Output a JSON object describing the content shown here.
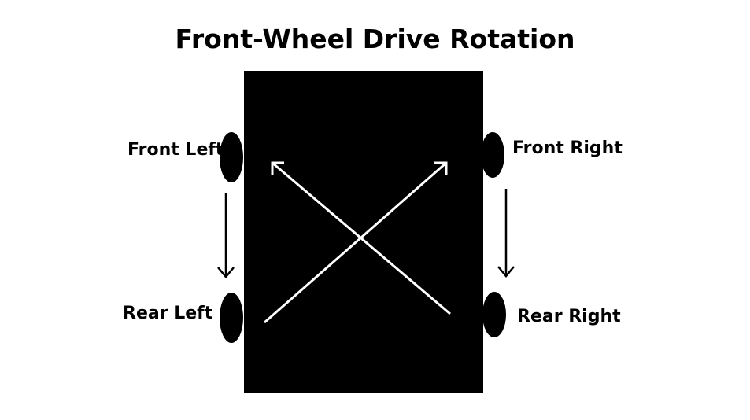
{
  "title": "Front-Wheel Drive Rotation",
  "wheels": {
    "front_left": "Front Left",
    "front_right": "Front Right",
    "rear_left": "Rear Left",
    "rear_right": "Rear Right"
  },
  "colors": {
    "body": "#000000",
    "wheel": "#000000",
    "cross_arrows": "#ffffff",
    "side_arrows": "#000000",
    "background": "#ffffff"
  }
}
